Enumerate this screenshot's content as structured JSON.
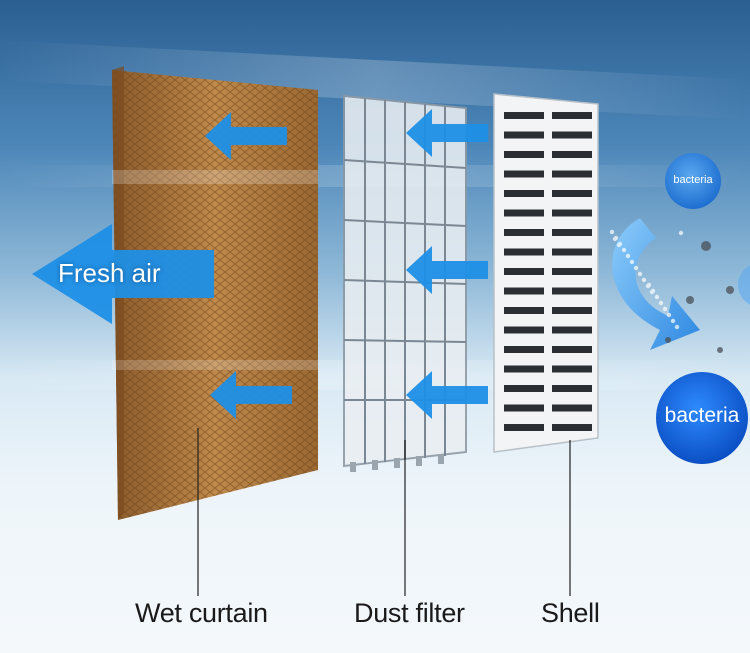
{
  "diagram": {
    "components": [
      {
        "id": "wet-curtain",
        "label": "Wet curtain"
      },
      {
        "id": "dust-filter",
        "label": "Dust filter"
      },
      {
        "id": "shell",
        "label": "Shell"
      }
    ],
    "fresh_air_label": "Fresh air",
    "bacteria_small_label": "bacteria",
    "bacteria_large_label": "bacteria",
    "colors": {
      "arrow_blue": "#1e8fe6",
      "bubble_blue": "#1668d8",
      "curtain_brown": "#b07a3e",
      "shell_white": "#f0f2f4"
    }
  }
}
